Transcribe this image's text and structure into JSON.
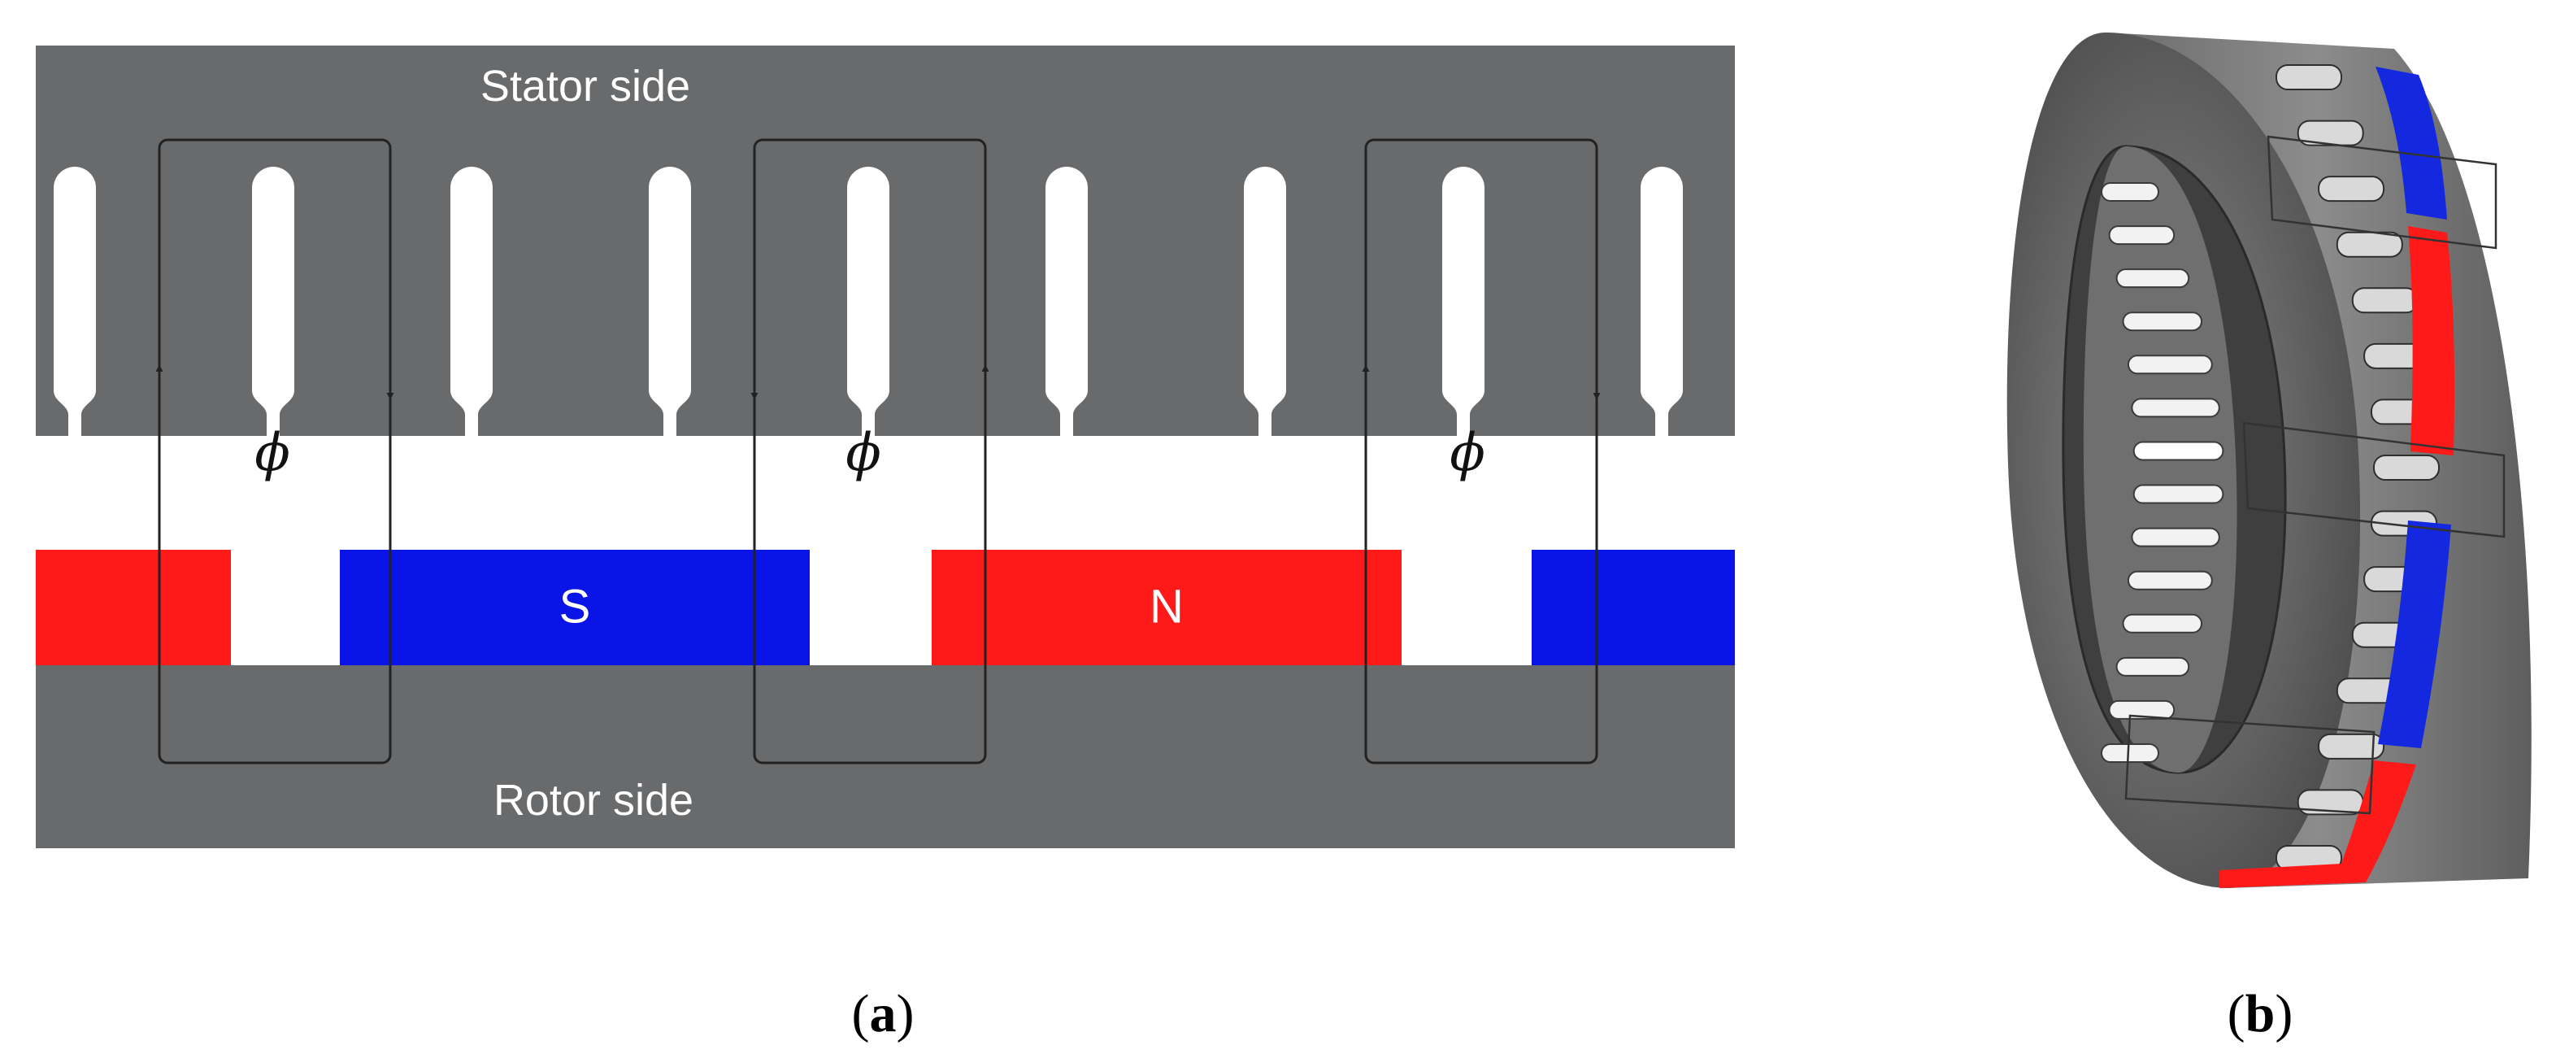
{
  "panel_a": {
    "stator_label": "Stator side",
    "rotor_label": "Rotor side",
    "flux_symbol": "ϕ",
    "magnets": [
      {
        "label": "",
        "color": "#ff1a1a"
      },
      {
        "label": "S",
        "color": "#0a14e6"
      },
      {
        "label": "N",
        "color": "#ff1a1a"
      },
      {
        "label": "",
        "color": "#0a14e6"
      }
    ],
    "colors": {
      "iron": "#696a6c",
      "north": "#ff1a1a",
      "south": "#0a14e6",
      "flux_line": "#222222"
    }
  },
  "captions": {
    "a": {
      "open": "(",
      "letter": "a",
      "close": ")"
    },
    "b": {
      "open": "(",
      "letter": "b",
      "close": ")"
    }
  }
}
